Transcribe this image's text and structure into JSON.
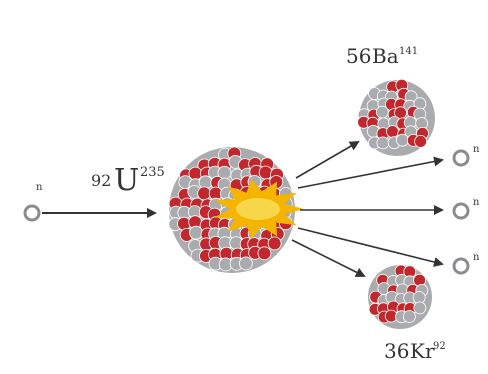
{
  "diagram": {
    "incoming_neutron": {
      "label": "n"
    },
    "uranium": {
      "atomic_number": "92",
      "symbol": "U",
      "mass_number": "235"
    },
    "barium": {
      "atomic_number": "56",
      "symbol": "Ba",
      "mass_number": "141"
    },
    "krypton": {
      "atomic_number": "36",
      "symbol": "Kr",
      "mass_number": "92"
    },
    "released_neutrons": [
      {
        "label": "n"
      },
      {
        "label": "n"
      },
      {
        "label": "n"
      }
    ],
    "colors": {
      "proton": "#c0282d",
      "neutron": "#a9abae",
      "energy_flash": "#f4b400",
      "energy_core": "#f7d64a",
      "arrow": "#333333"
    }
  }
}
